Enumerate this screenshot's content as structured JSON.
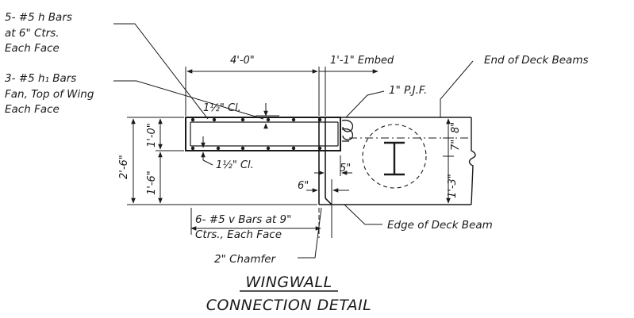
{
  "notes": {
    "h_bars": [
      "5- #5 h Bars",
      "at 6\" Ctrs.",
      "Each Face"
    ],
    "h1_bars": [
      "3- #5 h₁ Bars",
      "Fan, Top of Wing",
      "Each Face"
    ],
    "v_bars": [
      "6- #5 v Bars at 9\"",
      "Ctrs., Each Face"
    ],
    "chamfer": "2\" Chamfer",
    "edge_of_deck_beam": "Edge of Deck Beam",
    "end_of_deck_beams": "End of Deck Beams",
    "pjf": "1\" P.J.F.",
    "embed": "1'-1\" Embed"
  },
  "dimensions": {
    "wing_length": "4'-0\"",
    "clear_top": "1½\" Cl.",
    "clear_bottom": "1½\" Cl.",
    "overall_height": "2'-6\"",
    "upper_height": "1'-0\"",
    "lower_height": "1'-6\"",
    "five_in": "5\"",
    "six_in": "6\"",
    "right_top": "8\"",
    "right_mid": "7\"",
    "right_low": "1'-3\""
  },
  "title": {
    "line1": "WINGWALL",
    "line2": "CONNECTION DETAIL"
  }
}
